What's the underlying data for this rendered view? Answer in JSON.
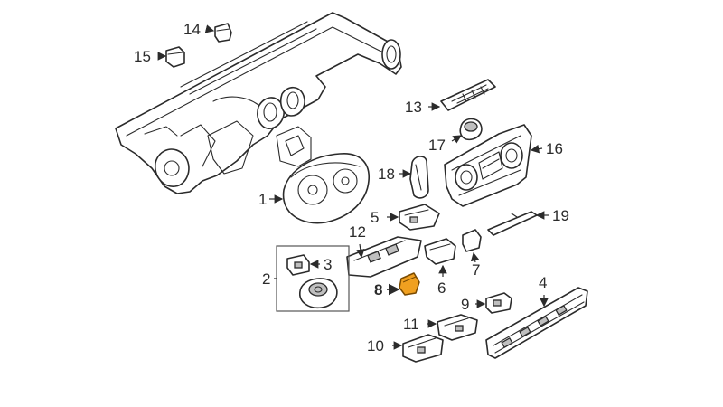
{
  "callouts": {
    "c1": "1",
    "c2": "2",
    "c3": "3",
    "c4": "4",
    "c5": "5",
    "c6": "6",
    "c7": "7",
    "c8": "8",
    "c9": "9",
    "c10": "10",
    "c11": "11",
    "c12": "12",
    "c13": "13",
    "c14": "14",
    "c15": "15",
    "c16": "16",
    "c17": "17",
    "c18": "18",
    "c19": "19"
  },
  "colors": {
    "line": "#2b2b2b",
    "highlight": "#f0a020",
    "highlight_stroke": "#7a4a00"
  }
}
